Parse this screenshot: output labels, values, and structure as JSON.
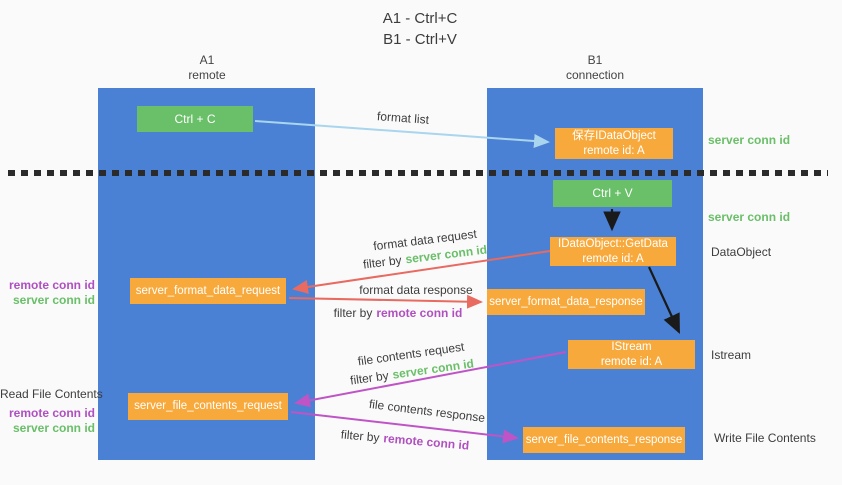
{
  "title": {
    "line1": "A1 - Ctrl+C",
    "line2": "B1 - Ctrl+V"
  },
  "columns": {
    "left": {
      "name": "A1",
      "role": "remote"
    },
    "right": {
      "name": "B1",
      "role": "connection"
    }
  },
  "nodes": {
    "ctrl_c": "Ctrl + C",
    "save_idataobject_line1": "保存IDataObject",
    "save_idataobject_line2": "remote id: A",
    "ctrl_v": "Ctrl + V",
    "getdata_line1": "IDataObject::GetData",
    "getdata_line2": "remote id: A",
    "format_request": "server_format_data_request",
    "format_response": "server_format_data_response",
    "istream_line1": "IStream",
    "istream_line2": "remote id: A",
    "file_request": "server_file_contents_request",
    "file_response": "server_file_contents_response"
  },
  "annotations": {
    "format_list": "format list",
    "format_data_request": "format data request",
    "format_data_response": "format data response",
    "file_contents_request": "file contents request",
    "file_contents_response": "file contents response",
    "filter_by": "filter by",
    "server_conn_id": "server conn id",
    "remote_conn_id": "remote conn id"
  },
  "left_labels": {
    "remote_conn_id": "remote conn id",
    "server_conn_id": "server conn id",
    "read_file_contents": "Read File Contents"
  },
  "right_labels": {
    "server_conn_id": "server conn id",
    "dataobject": "DataObject",
    "istream": "Istream",
    "write_file_contents": "Write File Contents"
  },
  "colors": {
    "column_blue": "#4a81d4",
    "node_green": "#6abf69",
    "node_orange": "#f8a93c",
    "arrow_red": "#e86a60",
    "arrow_magenta": "#bf54c6",
    "arrow_light_blue": "#a9d5ee",
    "arrow_black": "#1a1a1a",
    "text_green": "#6abf69",
    "text_purple": "#b050c0",
    "dash_black": "#2b2b2b"
  }
}
